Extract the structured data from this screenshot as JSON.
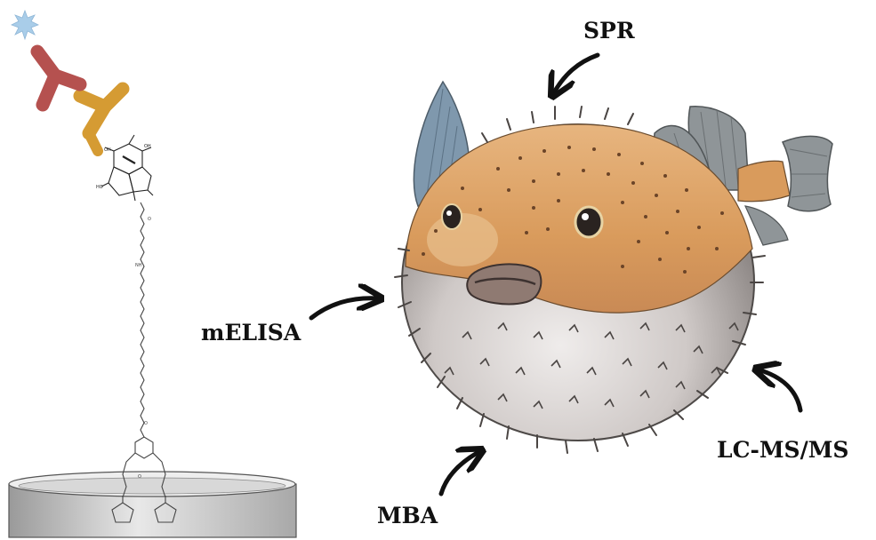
{
  "labels": {
    "spr": "SPR",
    "melisa": "mELISA",
    "mba": "MBA",
    "lcmsms": "LC-MS/MS"
  },
  "colors": {
    "fish_top": "#e2a463",
    "fish_top_light": "#f1c488",
    "fish_belly": "#d4d0cf",
    "fish_belly_shadow": "#9d9896",
    "fin_gray": "#8f9598",
    "fin_blue": "#7f98ad",
    "antibody_primary": "#b5514f",
    "antibody_secondary": "#d59b33",
    "label_star": "#a9cde9",
    "plate": "#cfcfcf",
    "arrow": "#111111"
  }
}
